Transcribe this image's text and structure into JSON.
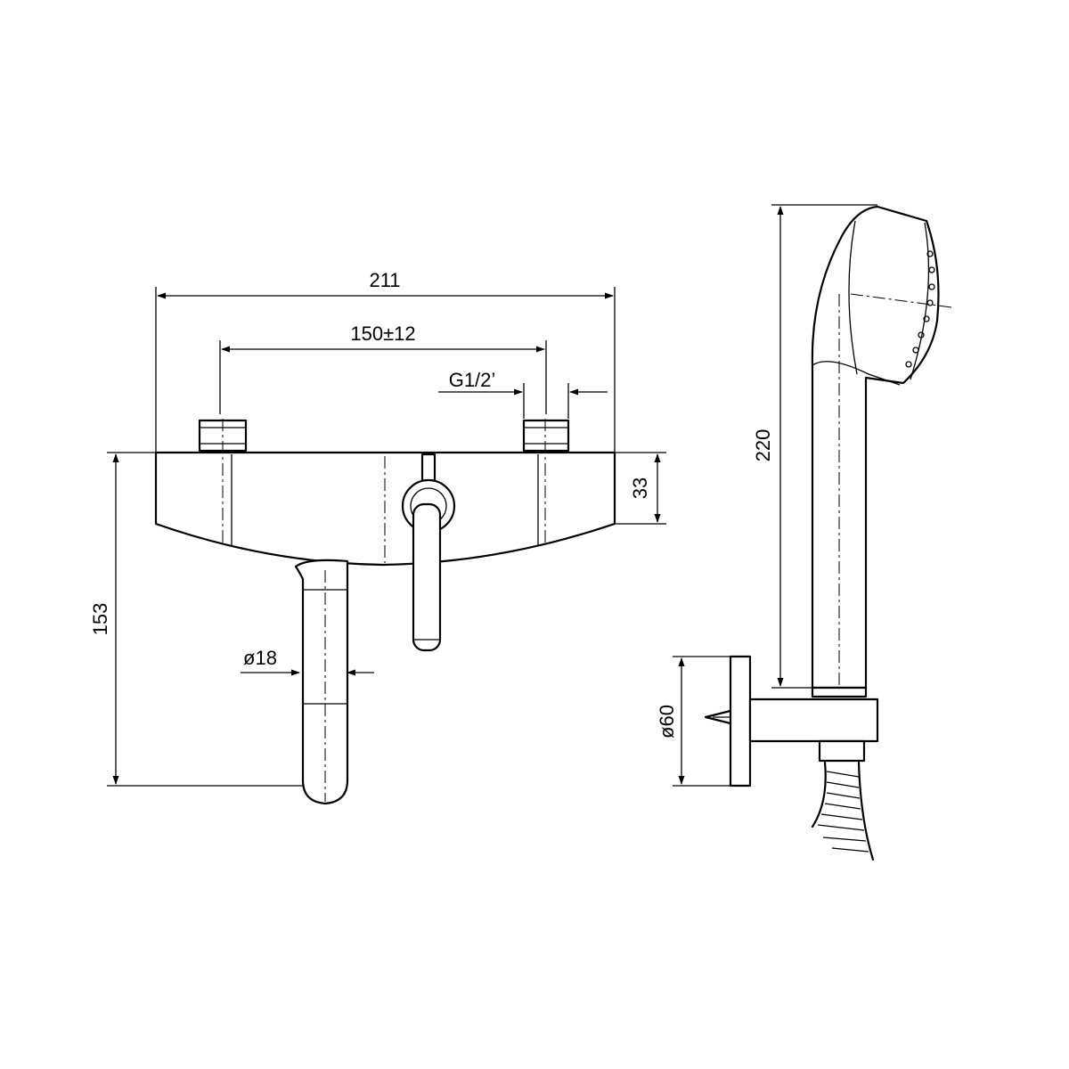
{
  "dimensions": {
    "overall_width": "211",
    "inlet_spacing": "150±12",
    "thread": "G1/2’",
    "body_height": "33",
    "total_height": "153",
    "spout_diameter": "ø18",
    "handshower_length": "220",
    "bracket_diameter": "ø60"
  }
}
